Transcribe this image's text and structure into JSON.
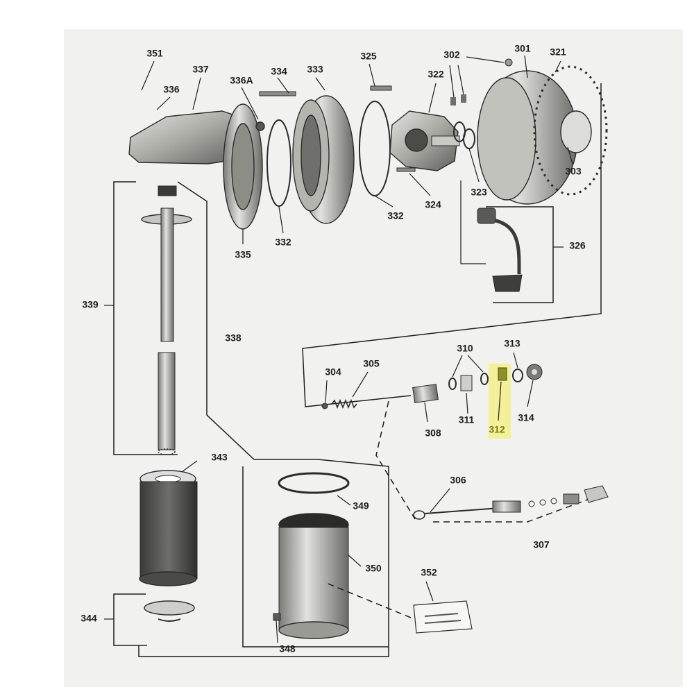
{
  "diagram": {
    "highlight_color": "#f4f08a",
    "highlighted_part": "312",
    "labels": {
      "p301": "301",
      "p302": "302",
      "p303": "303",
      "p304": "304",
      "p305": "305",
      "p306": "306",
      "p307": "307",
      "p308": "308",
      "p310": "310",
      "p311": "311",
      "p312": "312",
      "p313": "313",
      "p314": "314",
      "p321": "321",
      "p322": "322",
      "p323": "323",
      "p324": "324",
      "p325": "325",
      "p326": "326",
      "p332a": "332",
      "p332b": "332",
      "p333": "333",
      "p334": "334",
      "p335": "335",
      "p336": "336",
      "p336a": "336A",
      "p337": "337",
      "p338": "338",
      "p339": "339",
      "p343": "343",
      "p344": "344",
      "p348": "348",
      "p349": "349",
      "p350": "350",
      "p351": "351",
      "p352": "352"
    }
  }
}
